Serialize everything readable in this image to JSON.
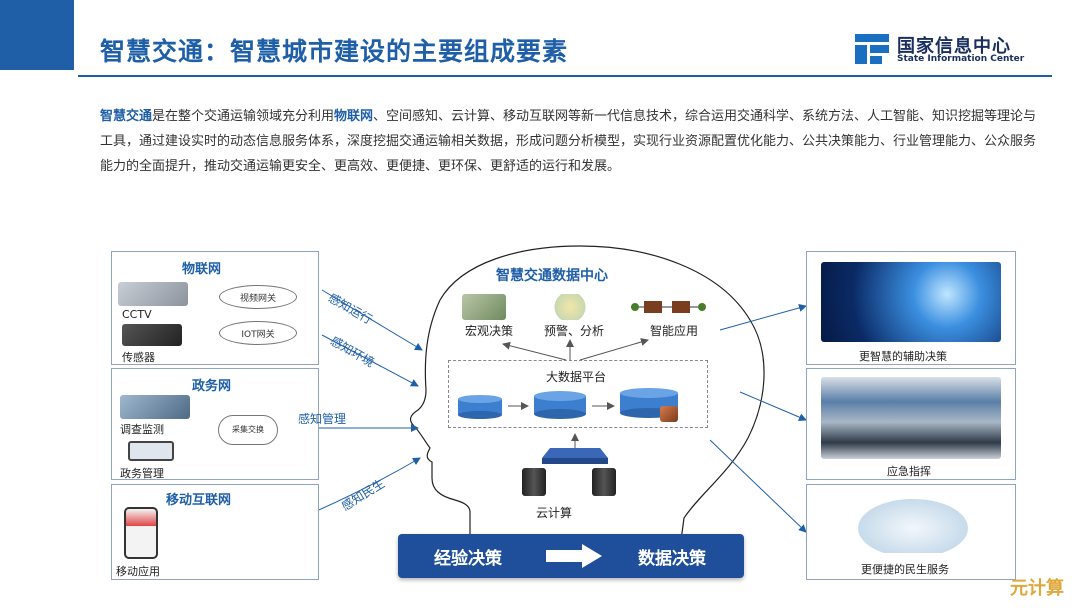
{
  "header": {
    "title": "智慧交通：智慧城市建设的主要组成要素",
    "logo_cn": "国家信息中心",
    "logo_en": "State Information Center"
  },
  "intro": {
    "kw1": "智慧交通",
    "t1": "是在整个交通运输领域充分利用",
    "kw2": "物联网",
    "t2": "、空间感知、云计算、移动互联网等新一代信息技术，综合运用交通科学、系统方法、人工智能、知识挖掘等理论与工具，通过建设实时的动态信息服务体系，深度挖掘交通运输相关数据，形成问题分析模型，实现行业资源配置优化能力、公共决策能力、行业管理能力、公众服务能力的全面提升，推动交通运输更安全、更高效、更便捷、更环保、更舒适的运行和发展。"
  },
  "left": {
    "iot": {
      "title": "物联网",
      "cctv": "CCTV",
      "sensor": "传感器",
      "video_gateway": "视频网关",
      "iot_gateway": "IOT网关"
    },
    "gov": {
      "title": "政务网",
      "survey": "调查监测",
      "admin": "政务管理",
      "exchange": "采集交换"
    },
    "mobile": {
      "title": "移动互联网",
      "app": "移动应用"
    }
  },
  "arrows": {
    "a1": "感知运行",
    "a2": "感知环境",
    "a3": "感知管理",
    "a4": "感知民生"
  },
  "center": {
    "title": "智慧交通数据中心",
    "macro": "宏观决策",
    "warning": "预警、分析",
    "smart_app": "智能应用",
    "bigdata": "大数据平台",
    "cloud": "云计算"
  },
  "right": {
    "r1": "更智慧的辅助决策",
    "r2": "应急指挥",
    "r3": "更便捷的民生服务"
  },
  "banner": {
    "left": "经验决策",
    "right": "数据决策"
  },
  "watermark": "元计算"
}
